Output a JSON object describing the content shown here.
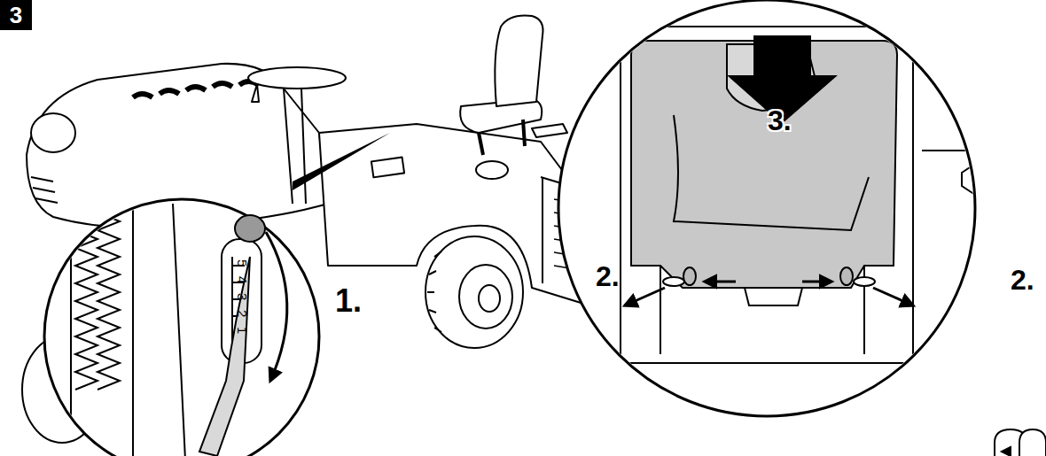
{
  "diagram": {
    "nodes": [
      {
        "text": [
          "3"
        ]
      }
    ],
    "labels": [
      "1.",
      "5",
      "4",
      "3",
      "2",
      "1",
      "2.",
      "2.",
      "3."
    ]
  }
}
